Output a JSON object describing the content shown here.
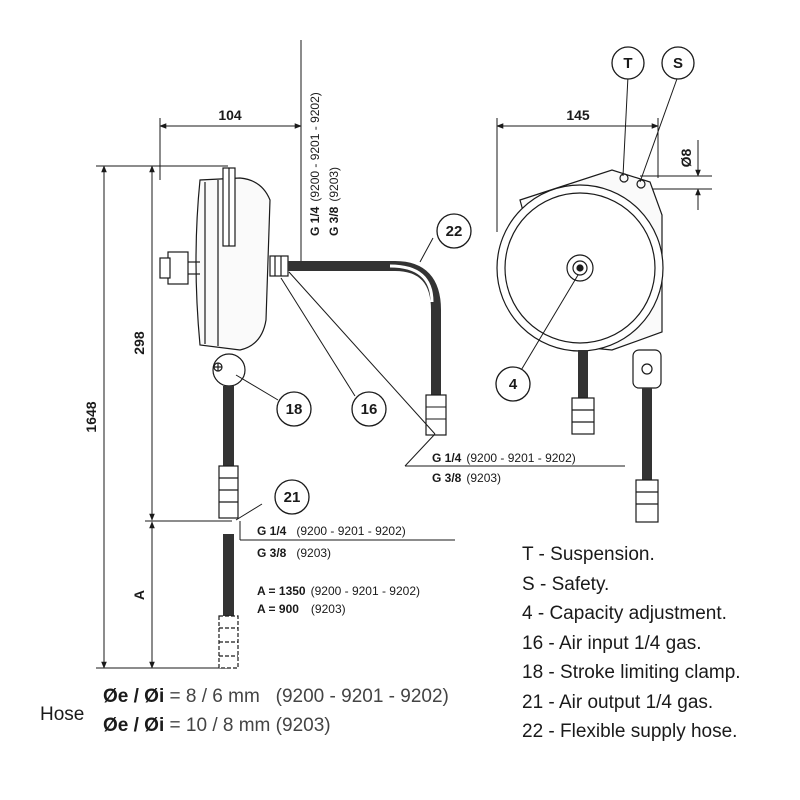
{
  "dimensions": {
    "width_104": "104",
    "width_145": "145",
    "height_1648": "1648",
    "height_298": "298",
    "length_A": "A",
    "dia_8": "Ø8"
  },
  "callouts": {
    "T": "T",
    "S": "S",
    "c4": "4",
    "c16": "16",
    "c18": "18",
    "c21": "21",
    "c22": "22"
  },
  "threads": {
    "top_g14": "G 1/4",
    "top_g14_models": "(9200 - 9201 - 9202)",
    "top_g38": "G 3/8",
    "top_g38_models": "(9203)",
    "input_g14": "G 1/4",
    "input_g14_models": "(9200 - 9201 - 9202)",
    "input_g38": "G 3/8",
    "input_g38_models": "(9203)",
    "output_g14": "G 1/4",
    "output_g14_models": "(9200 - 9201 - 9202)",
    "output_g38": "G 3/8",
    "output_g38_models": "(9203)"
  },
  "a_values": {
    "a1_label": "A = 1350",
    "a1_models": "(9200 - 9201 - 9202)",
    "a2_label": "A = 900",
    "a2_models": "(9203)"
  },
  "legend": [
    {
      "key": "T",
      "text": "- Suspension."
    },
    {
      "key": "S",
      "text": "- Safety."
    },
    {
      "key": "4",
      "text": "- Capacity adjustment."
    },
    {
      "key": "16",
      "text": "- Air input 1/4 gas."
    },
    {
      "key": "18",
      "text": "- Stroke limiting clamp."
    },
    {
      "key": "21",
      "text": "- Air output 1/4 gas."
    },
    {
      "key": "22",
      "text": "- Flexible supply hose."
    }
  ],
  "hose": {
    "title": "Hose",
    "line1_label": "Øe / Øi",
    "line1_value": "= 8 / 6 mm",
    "line1_models": "(9200 - 9201 - 9202)",
    "line2_label": "Øe / Øi",
    "line2_value": "= 10 / 8 mm",
    "line2_models": "(9203)"
  }
}
